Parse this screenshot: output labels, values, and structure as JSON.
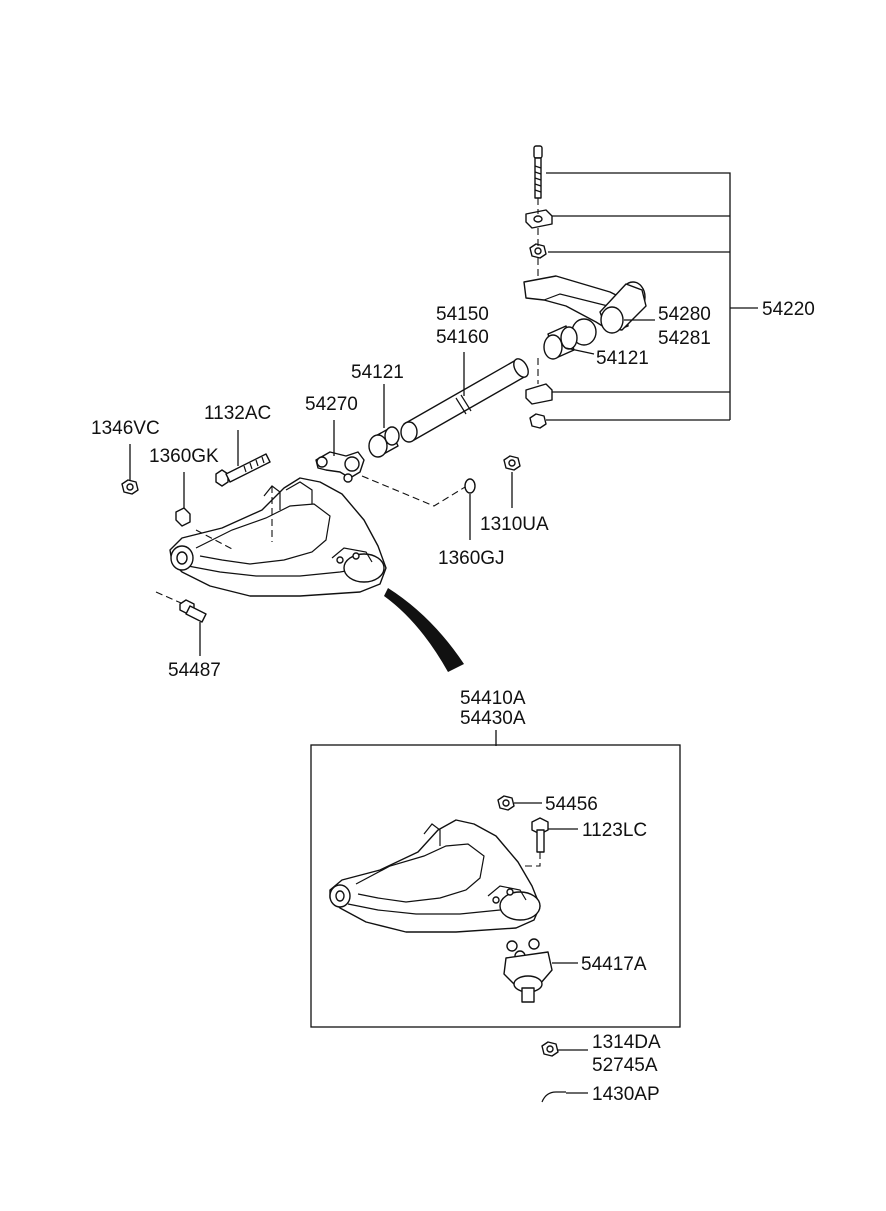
{
  "labels": {
    "p54220": "54220",
    "p54280": "54280",
    "p54281": "54281",
    "p54121_right": "54121",
    "p54150": "54150",
    "p54160": "54160",
    "p54121_left": "54121",
    "p54270": "54270",
    "p1132AC": "1132AC",
    "p1346VC": "1346VC",
    "p1360GK": "1360GK",
    "p1310UA": "1310UA",
    "p1360GJ": "1360GJ",
    "p54487": "54487",
    "p54410A": "54410A",
    "p54430A": "54430A",
    "p54456": "54456",
    "p1123LC": "1123LC",
    "p54417A": "54417A",
    "p1314DA": "1314DA",
    "p52745A": "52745A",
    "p1430AP": "1430AP"
  }
}
